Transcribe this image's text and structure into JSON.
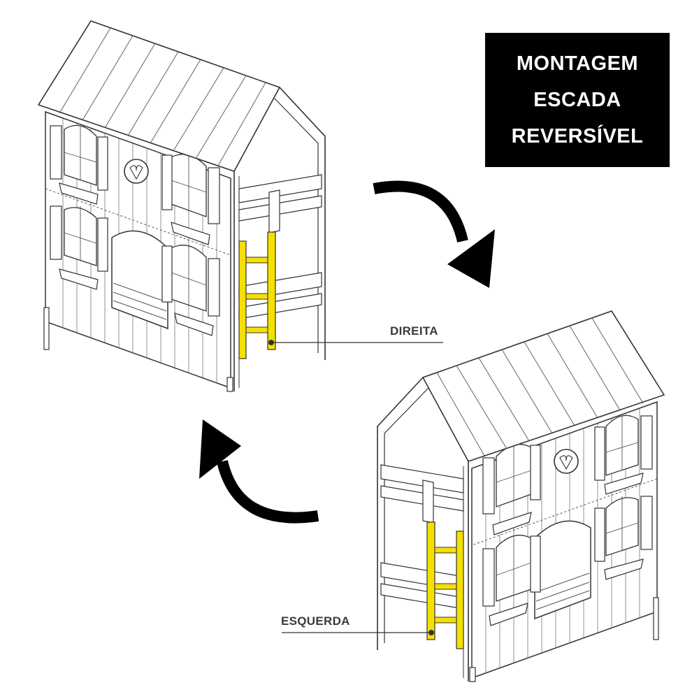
{
  "title": {
    "line1": "MONTAGEM",
    "line2": "ESCADA",
    "line3": "REVERSÍVEL"
  },
  "labels": {
    "right": "DIREITA",
    "left": "ESQUERDA"
  },
  "colors": {
    "ladder": "#f5e000",
    "title_bg": "#000000",
    "line": "#333333"
  },
  "icons": {
    "arrow_top": "curved-arrow-down-right",
    "arrow_bottom": "curved-arrow-up-left"
  }
}
